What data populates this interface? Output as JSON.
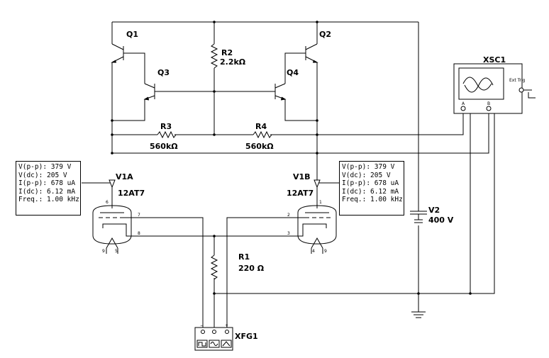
{
  "components": {
    "q1": "Q1",
    "q2": "Q2",
    "q3": "Q3",
    "q4": "Q4",
    "r1": {
      "name": "R1",
      "value": "220 Ω"
    },
    "r2": {
      "name": "R2",
      "value": "2.2kΩ"
    },
    "r3": {
      "name": "R3",
      "value": "560kΩ"
    },
    "r4": {
      "name": "R4",
      "value": "560kΩ"
    },
    "v1a": {
      "name": "V1A",
      "type": "12AT7"
    },
    "v1b": {
      "name": "V1B",
      "type": "12AT7"
    },
    "v2": {
      "name": "V2",
      "value": "400 V"
    },
    "xsc1": {
      "name": "XSC1",
      "ext_trig": "Ext Trig",
      "ch_a": "A",
      "ch_b": "B"
    },
    "xfg1": {
      "name": "XFG1",
      "minus": "−",
      "common": "",
      "plus": "+"
    }
  },
  "tube_pins": {
    "v1a_plate": "6",
    "v1a_grid": "7",
    "v1a_cathode": "8",
    "v1a_heater_left": "9",
    "v1a_heater_right": "5",
    "v1b_plate": "1",
    "v1b_grid": "2",
    "v1b_cathode": "3",
    "v1b_heater_left": "4",
    "v1b_heater_right": "9"
  },
  "probe_left": {
    "vpp": "V(p-p): 379 V",
    "vdc": "V(dc): 205 V",
    "ipp": "I(p-p): 678 uA",
    "idc": "I(dc): 6.12 mA",
    "freq": "Freq.: 1.00 kHz"
  },
  "probe_right": {
    "vpp": "V(p-p): 379 V",
    "vdc": "V(dc): 205 V",
    "ipp": "I(p-p): 678 uA",
    "idc": "I(dc): 6.12 mA",
    "freq": "Freq.: 1.00 kHz"
  }
}
